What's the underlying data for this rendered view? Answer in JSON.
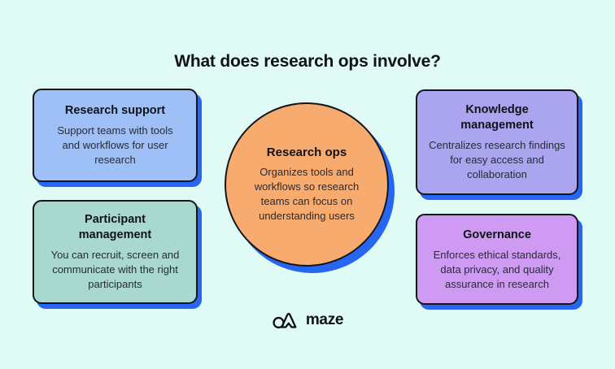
{
  "title": "What does research ops involve?",
  "center": {
    "title": "Research ops",
    "body": "Organizes tools and workflows so research teams can focus on understanding users"
  },
  "cards": [
    {
      "title": "Research support",
      "body": "Support teams with tools and workflows for user research",
      "fill": "#9EC0F7"
    },
    {
      "title": "Participant management",
      "body": "You can recruit, screen and communicate with the right participants",
      "fill": "#A8D8CE"
    },
    {
      "title": "Knowledge management",
      "body": "Centralizes research findings for easy access and collaboration",
      "fill": "#ABA4EE"
    },
    {
      "title": "Governance",
      "body": "Enforces ethical standards, data privacy, and quality assurance in research",
      "fill": "#CF9BF2"
    }
  ],
  "circle_fill": "#F7AB6E",
  "logo": {
    "brand": "maze",
    "icon": "maze-logo-icon"
  },
  "colors": {
    "background": "#E0FAF6",
    "border": "#14161E",
    "shadow_blue": "#2766F2",
    "title_text": "#10131A",
    "body_text": "#262B38"
  }
}
